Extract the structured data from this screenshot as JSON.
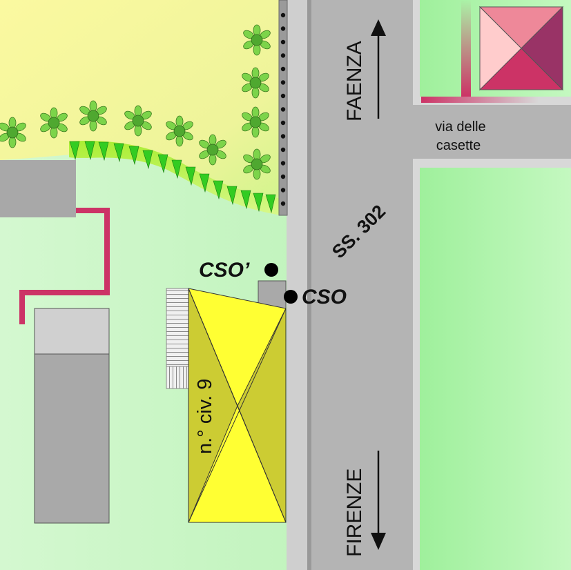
{
  "map": {
    "labels": {
      "north_direction": "FAENZA",
      "south_direction": "FIRENZE",
      "side_street": "via delle casette",
      "side_street_line1": "via delle",
      "side_street_line2": "casette",
      "main_road": "SS. 302",
      "point_cso": "CSO",
      "point_cso_prime": "CSO’",
      "building_number": "n.° civ. 9"
    },
    "colors": {
      "road": "#b4b4b4",
      "road_divider": "#999999",
      "sidewalk": "#cfcfcf",
      "grass": "#c8f5c4",
      "garden": "#f2f7a0",
      "building_roof": "#ffff33",
      "building_shade": "#cccc33",
      "boundary_line": "#cc3366",
      "roof_ne_building": "#cc3366",
      "points": "#000000"
    },
    "icons": [
      "tree-icon",
      "arrow-up-icon",
      "arrow-down-icon",
      "point-marker-icon"
    ]
  }
}
